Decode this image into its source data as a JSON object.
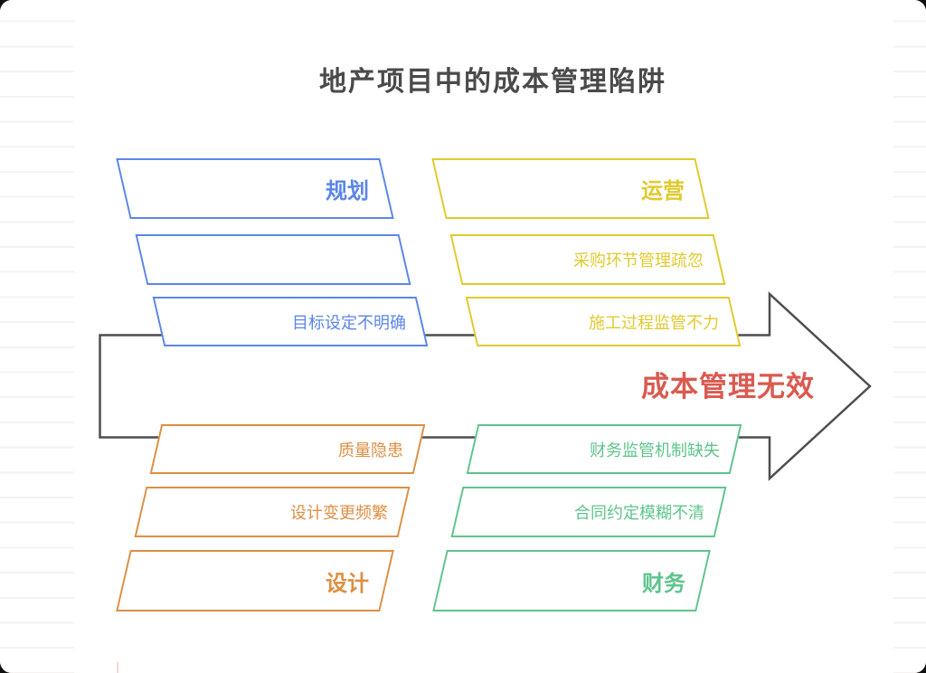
{
  "title": "地产项目中的成本管理陷阱",
  "arrow": {
    "label": "成本管理无效"
  },
  "colors": {
    "blue": "#5b86e8",
    "yellow": "#e0ca2e",
    "orange": "#dd8f44",
    "green": "#5fc48c",
    "red": "#d95a50",
    "line": "#4e4e4e",
    "title": "#4a4a4a"
  },
  "groups": {
    "planning": {
      "category": "规划",
      "row2": "",
      "row3": "目标设定不明确"
    },
    "operations": {
      "category": "运营",
      "row2": "采购环节管理疏忽",
      "row3": "施工过程监管不力"
    },
    "design": {
      "row1": "质量隐患",
      "row2": "设计变更频繁",
      "category": "设计"
    },
    "finance": {
      "row1": "财务监管机制缺失",
      "row2": "合同约定模糊不清",
      "category": "财务"
    }
  }
}
